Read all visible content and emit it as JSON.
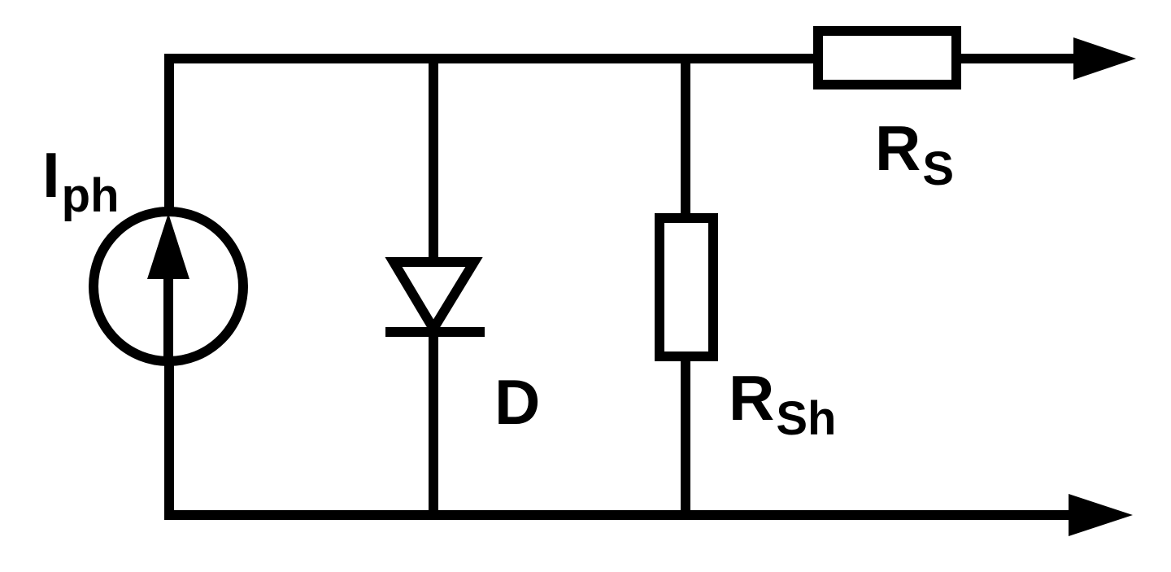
{
  "labels": {
    "current_source": {
      "main": "I",
      "sub": "ph"
    },
    "diode": {
      "main": "D"
    },
    "shunt_resistor": {
      "main": "R",
      "sub": "Sh"
    },
    "series_resistor": {
      "main": "R",
      "sub": "S"
    }
  },
  "colors": {
    "stroke": "#000000",
    "background": "#ffffff"
  },
  "icons": {
    "current_source": "current-source-icon",
    "diode": "diode-icon",
    "resistor": "resistor-icon",
    "output_arrow": "arrow-right-icon"
  }
}
